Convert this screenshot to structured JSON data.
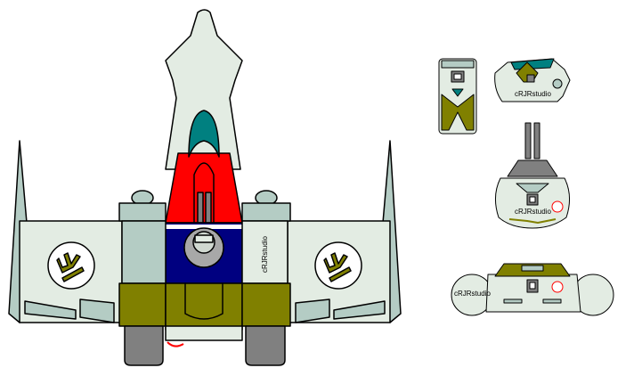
{
  "watermark": {
    "top_view": "cRJRstudio",
    "front_view": "cRJRstudio",
    "rear_view": "cRJRstudio",
    "side_view": "cRJRstudio"
  },
  "colors": {
    "hull": "#e3ece3",
    "olive": "#808000",
    "teal": "#008080",
    "red": "#ff0000",
    "navy": "#000080",
    "panel_gray": "#b4ccc4",
    "engine_gray": "#808080",
    "outline": "#000000"
  },
  "icons": {
    "wing_insignia": "psi-emblem-icon",
    "small_insignia": "red-cross-emblem-icon"
  }
}
